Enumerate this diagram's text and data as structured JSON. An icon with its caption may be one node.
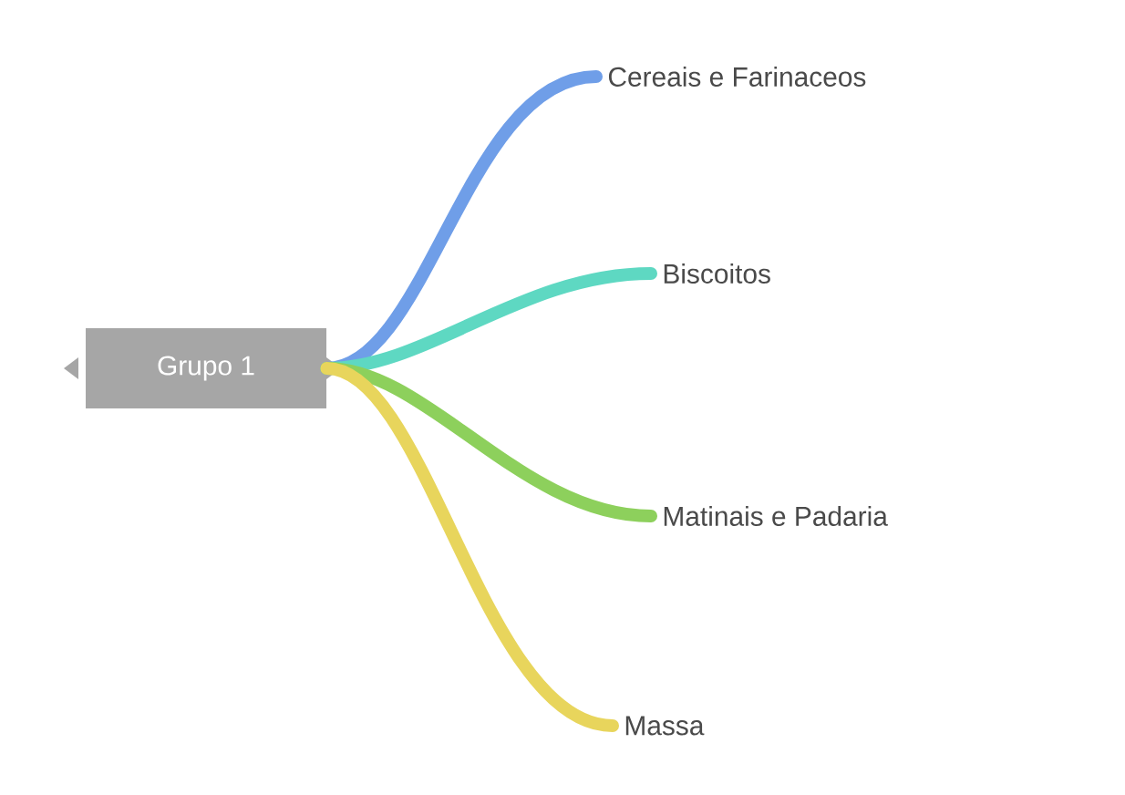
{
  "diagram": {
    "nodes": [
      {
        "text": [
          "Grupo 1"
        ]
      },
      {
        "text": [
          "Cereais e Farinaceos"
        ]
      },
      {
        "text": [
          "Biscoitos"
        ]
      },
      {
        "text": [
          "Matinais e Padaria"
        ]
      },
      {
        "text": [
          "Massa"
        ]
      }
    ],
    "edges": [
      {
        "from": 0,
        "to": 1,
        "arrow": "none",
        "color": "#6f9ee8"
      },
      {
        "from": 0,
        "to": 2,
        "arrow": "none",
        "color": "#5ed8c2"
      },
      {
        "from": 0,
        "to": 3,
        "arrow": "none",
        "color": "#8dd05c"
      },
      {
        "from": 0,
        "to": 4,
        "arrow": "none",
        "color": "#e8d55c"
      }
    ]
  }
}
